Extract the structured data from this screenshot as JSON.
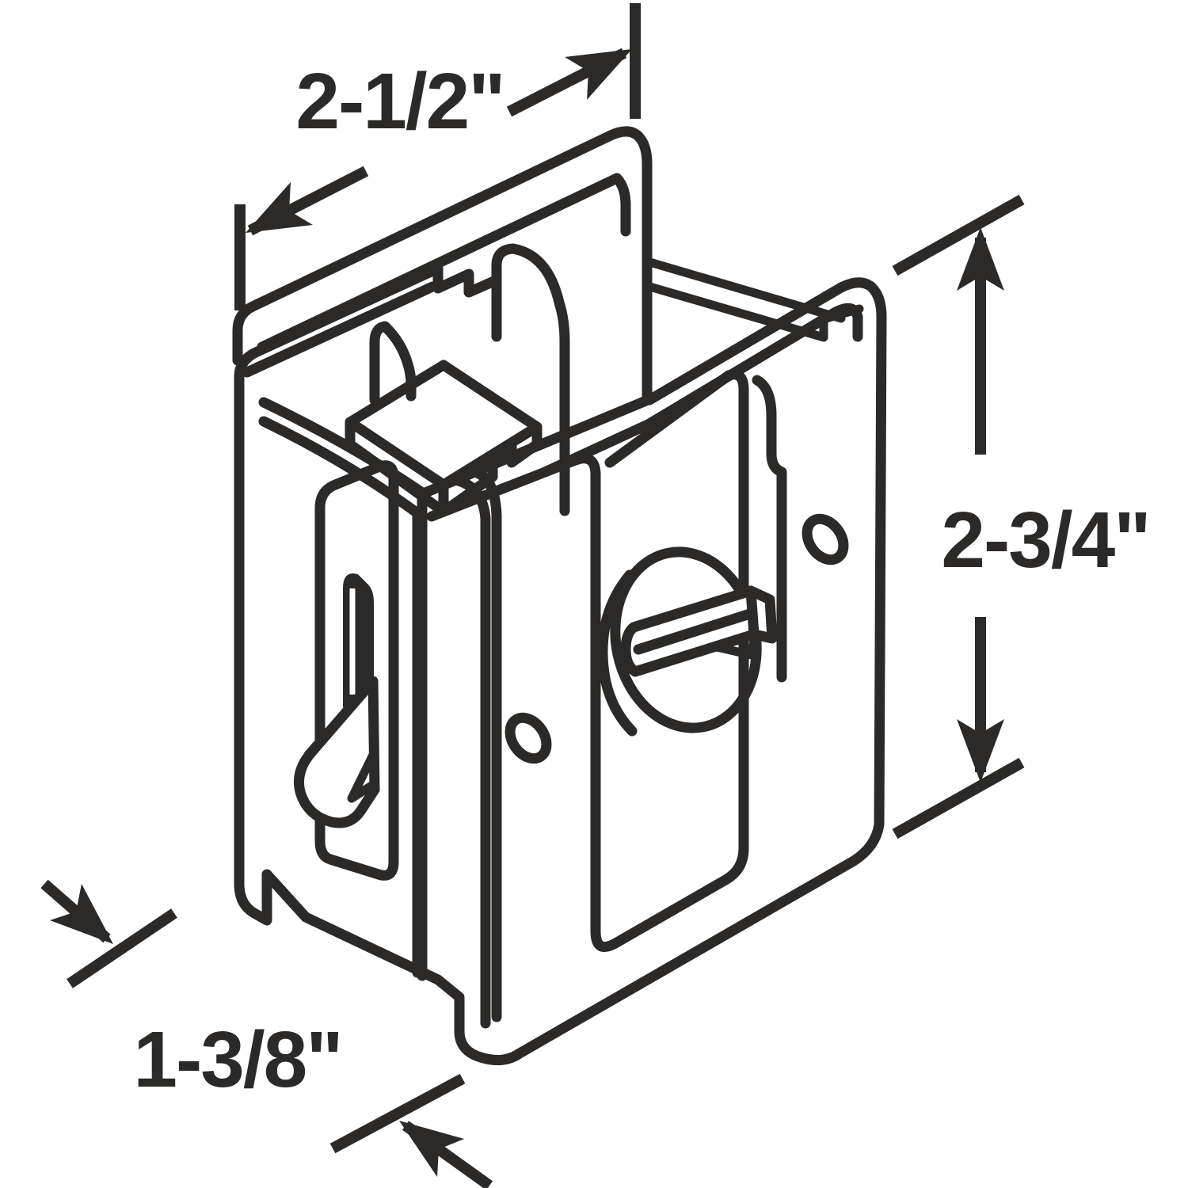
{
  "diagram": {
    "title": "Pocket sliding door lock - dimensioned line drawing",
    "type": "technical-illustration",
    "background_color": "#ffffff",
    "line_color": "#2b2a29",
    "dimensions": {
      "width": {
        "label": "2-1/2\"",
        "description": "overall width across top of lock body"
      },
      "height": {
        "label": "2-3/4\"",
        "description": "height of face plate"
      },
      "depth": {
        "label": "1-3/8\"",
        "description": "depth / door thickness at bottom edge"
      }
    },
    "parts": {
      "back_plate": "rear face plate",
      "left_plate": "left face plate with latch slot and hook bolt",
      "right_plate": "right face plate with thumb turn and screw holes",
      "latch_block": "latch body in U-channel",
      "thumb_turn": "oval thumb-turn with slotted bar",
      "screw_holes": 2
    }
  }
}
